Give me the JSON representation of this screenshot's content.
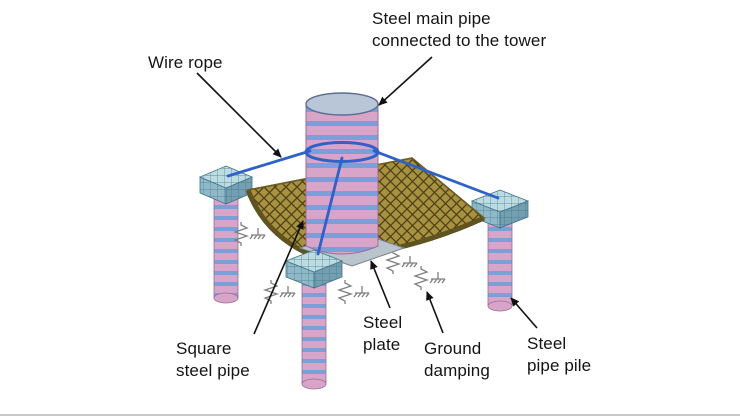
{
  "figure": {
    "labels": {
      "main_pipe": {
        "line1": "Steel main pipe",
        "line2": "connected to the tower"
      },
      "wire_rope": {
        "line1": "Wire rope"
      },
      "square_steel_pipe": {
        "line1": "Square",
        "line2": "steel pipe"
      },
      "steel_plate": {
        "line1": "Steel",
        "line2": "plate"
      },
      "ground_damping": {
        "line1": "Ground",
        "line2": "damping"
      },
      "steel_pipe_pile": {
        "line1": "Steel",
        "line2": "pipe pile"
      }
    },
    "colors": {
      "pipe_pink": "#d8a5c9",
      "stripe_blue": "#7ba0d8",
      "cap_teal": "#bcdce2",
      "cap_teal_mid": "#8fb9c8",
      "cap_teal_dark": "#739fb0",
      "mesh_olive": "#a8913f",
      "rope_blue": "#2e62c8",
      "slab_gray": "#bac4cd",
      "arrow": "#111111"
    },
    "icons": {
      "spring": "ground-spring-symbol",
      "anchor": "ground-anchor-symbol"
    }
  }
}
